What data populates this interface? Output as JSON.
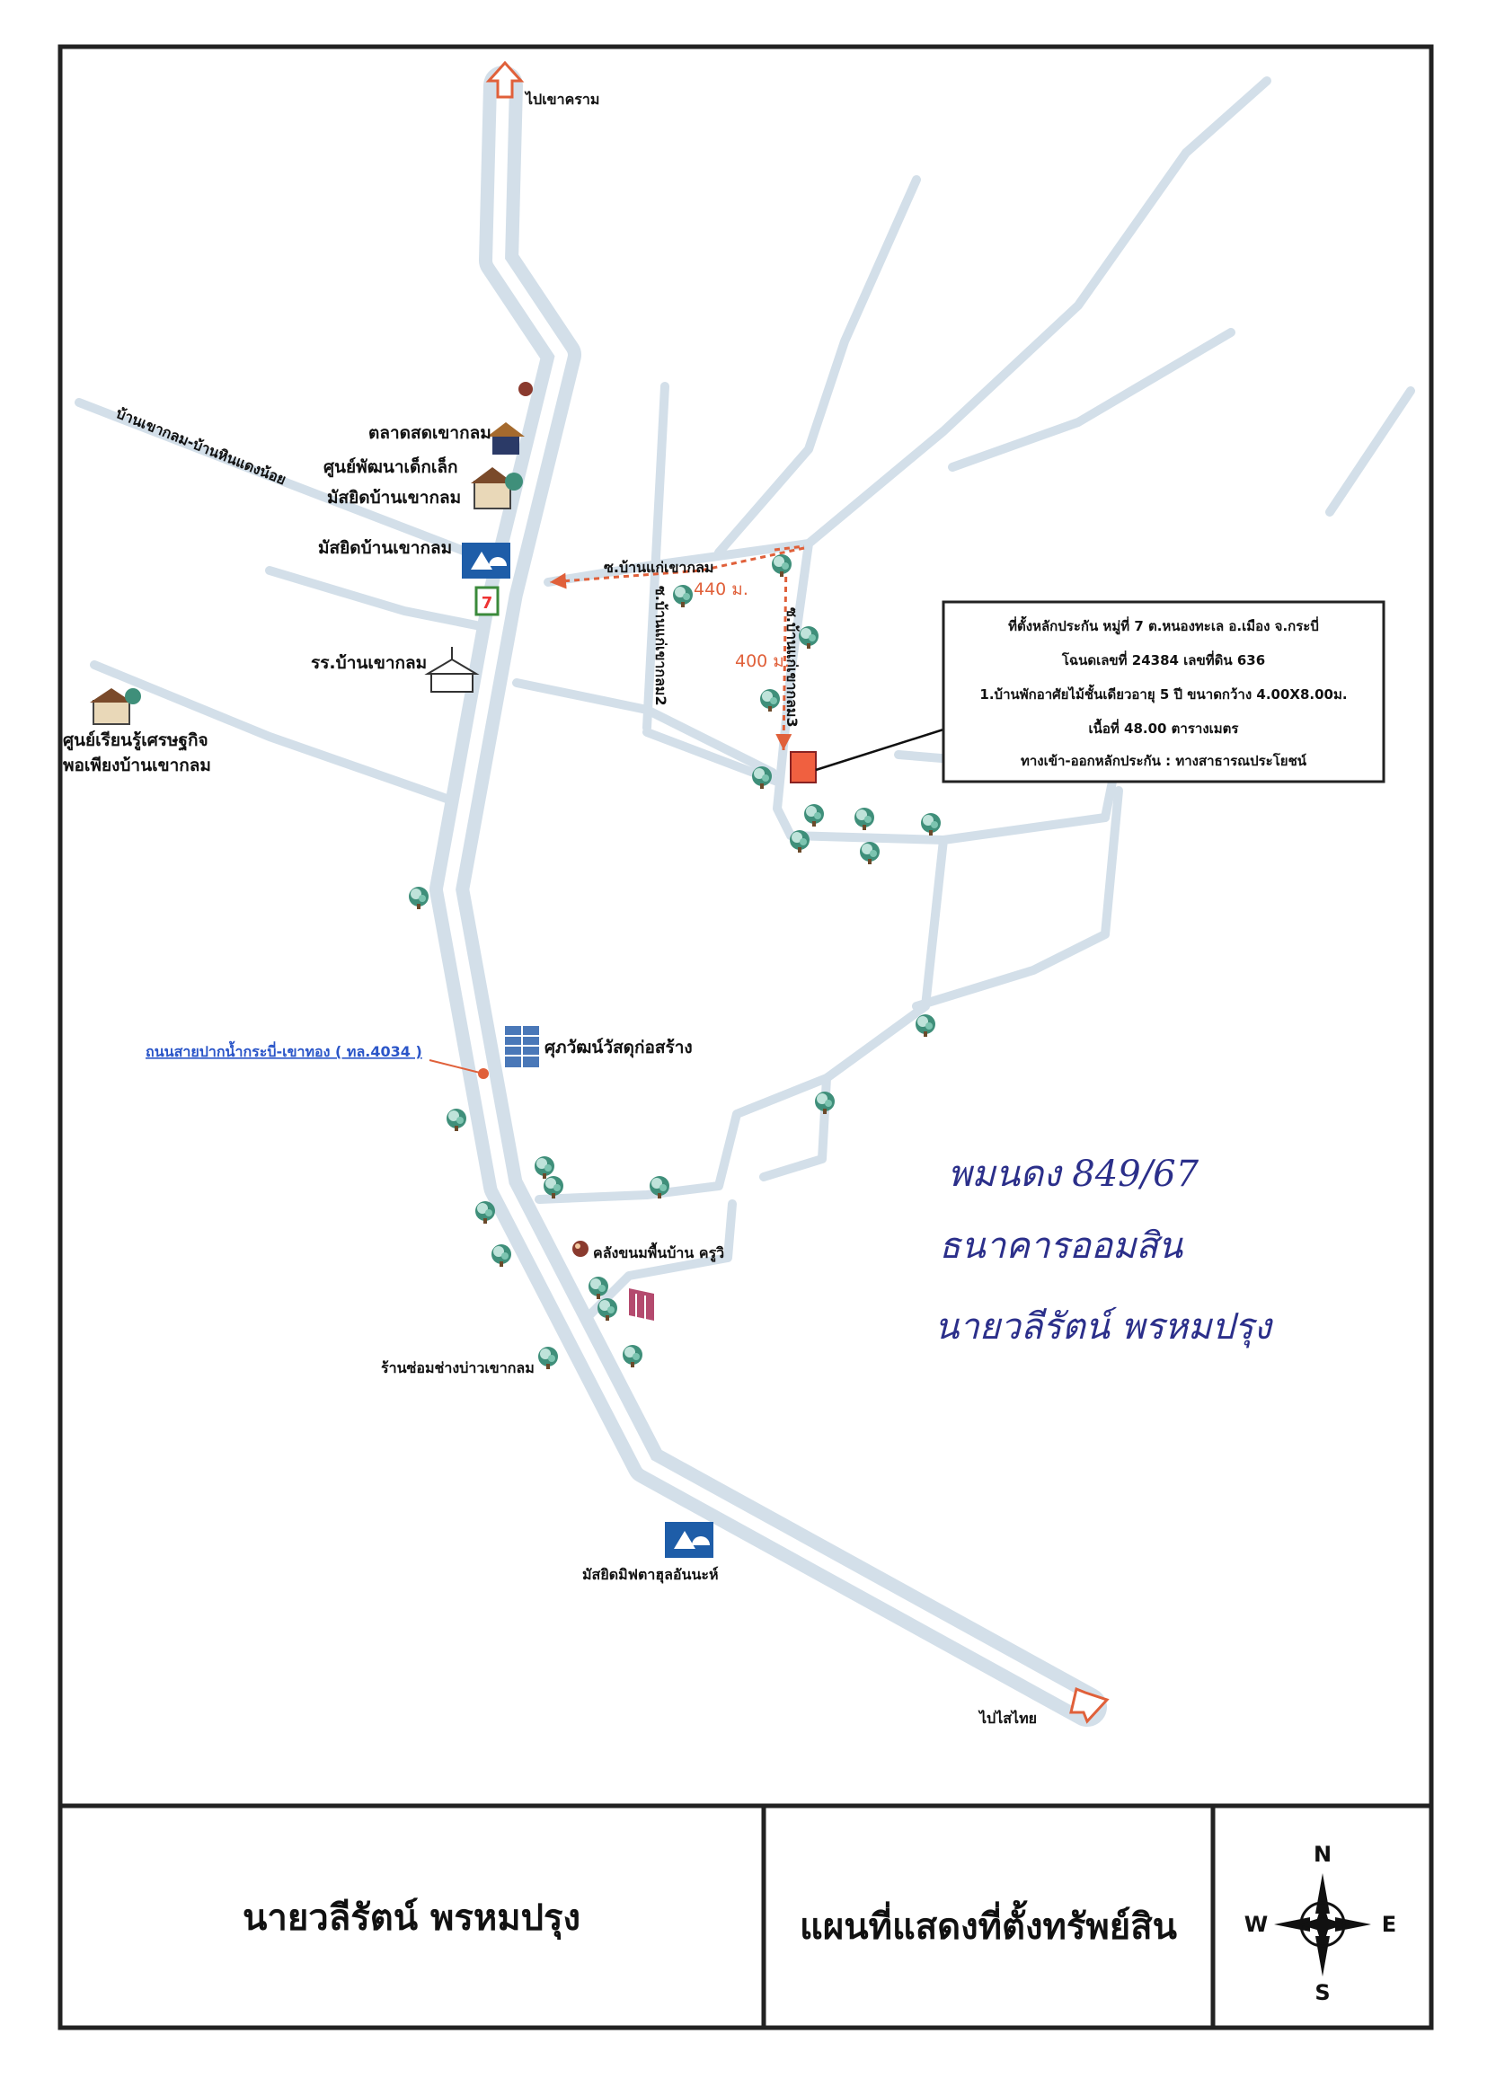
{
  "map": {
    "labels": {
      "to_khao_khram": "ไปเขาคราม",
      "to_sai_thai": "ไปไสไทย",
      "market": "ตลาดสดเขากลม",
      "child_center": "ศูนย์พัฒนาเด็กเล็ก",
      "mosque_1": "มัสยิดบ้านเขากลม",
      "mosque_2": "มัสยิดบ้านเขากลม",
      "school": "รร.บ้านเขากลม",
      "learning_center_1": "ศูนย์เรียนรู้เศรษฐกิจ",
      "learning_center_2": "พอเพียงบ้านเขากลม",
      "road_khao_klom": "บ้านเขากลม-บ้านหินแดงน้อย",
      "soi_1": "ซ.บ้านแก่เขากลม",
      "soi_2": "ซ.บ้านแก่เขากลม2",
      "soi_3": "ซ.บ้านแก่เขากลม3",
      "dist_440": "440 ม.",
      "dist_400": "400 ม.",
      "construction_shop": "ศุภวัฒน์วัสดุก่อสร้าง",
      "main_road": "ถนนสายปากน้ำกระบี่-เขาทอง ( ทล.4034 )",
      "dessert_shop": "คลังขนมพื้นบ้าน ครูวิ",
      "repair_shop": "ร้านซ่อมช่างบ่าวเขากลม",
      "mosque_3": "มัสยิดมิฟตาฮุลอันนะห์"
    },
    "info_box": {
      "line1": "ที่ตั้งหลักประกัน หมู่ที่ 7 ต.หนองทะเล อ.เมือง จ.กระบี่",
      "line2": "โฉนดเลขที่ 24384  เลขที่ดิน 636",
      "line3": "1.บ้านพักอาศัยไม้ชั้นเดียวอายุ 5 ปี ขนาดกว้าง 4.00X8.00ม.",
      "line4": "เนื้อที่ 48.00 ตารางเมตร",
      "line5": "ทางเข้า-ออกหลักประกัน : ทางสาธารณประโยชน์"
    },
    "handwriting": {
      "line1": "พมนดง 849/67",
      "line2": "ธนาคารออมสิน",
      "line3": "นายวลีรัตน์ พรหมปรุง"
    },
    "colors": {
      "road": "#d3dfe9",
      "property": "#f06040",
      "distance": "#e0603a",
      "road_label": "#2a55c8"
    }
  },
  "footer": {
    "owner_name": "นายวลีรัตน์  พรหมปรุง",
    "map_title": "แผนที่แสดงที่ตั้งทรัพย์สิน",
    "compass": {
      "n": "N",
      "s": "S",
      "e": "E",
      "w": "W"
    }
  }
}
